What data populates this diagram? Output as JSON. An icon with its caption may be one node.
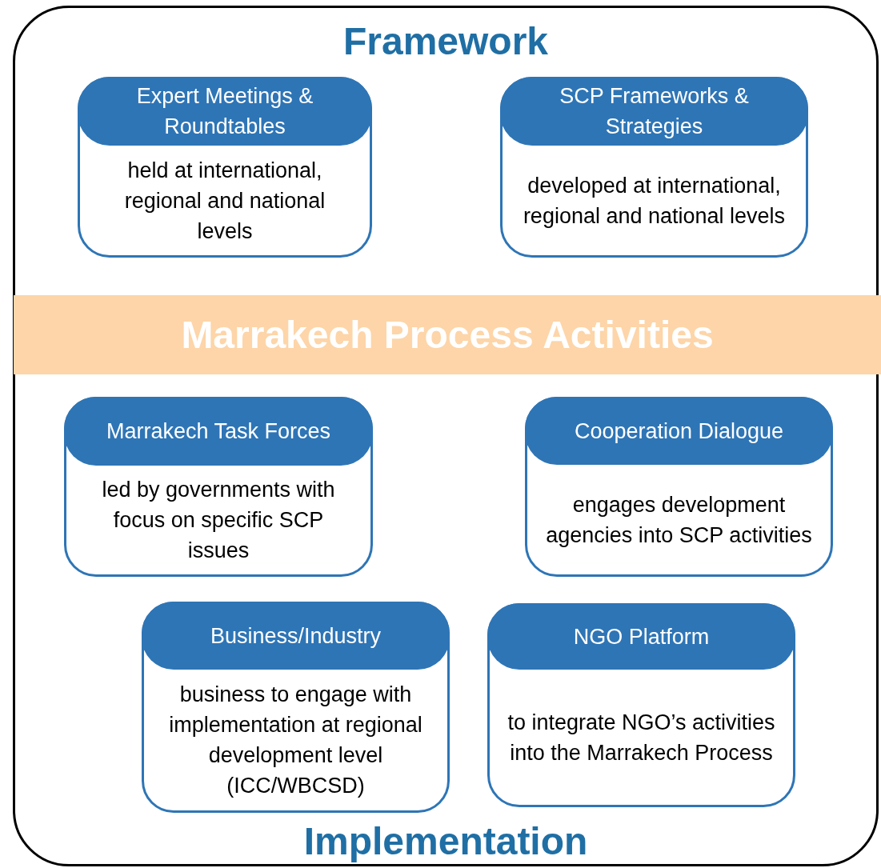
{
  "diagram": {
    "nodes": [
      {
        "text": [
          "Framework",
          "Implementation"
        ]
      },
      {
        "text": [
          "Marrakech Process Activities"
        ],
        "in": 0
      },
      {
        "text": [
          "Expert Meetings & Roundtables",
          "held at international, regional and national levels"
        ],
        "in": 0
      },
      {
        "text": [
          "SCP Frameworks & Strategies",
          "developed at international, regional and national levels"
        ],
        "in": 0
      },
      {
        "text": [
          "Marrakech Task Forces",
          "led by governments with focus on specific SCP issues"
        ],
        "in": 0
      },
      {
        "text": [
          "Cooperation Dialogue",
          "engages development agencies into SCP activities"
        ],
        "in": 0
      },
      {
        "text": [
          "Business/Industry",
          "business to engage with implementation at regional development level (ICC/WBCSD)"
        ],
        "in": 0
      },
      {
        "text": [
          "NGO Platform",
          "to integrate NGO’s activities into the Marrakech Process"
        ],
        "in": 0
      }
    ]
  }
}
